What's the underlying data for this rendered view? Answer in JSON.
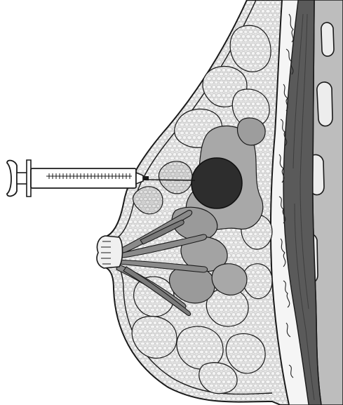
{
  "illustration": {
    "subject": "breast-cross-section-needle-biopsy",
    "elements": [
      "skin",
      "chest-wall-muscle",
      "rib-bones",
      "fatty-tissue-lobules",
      "glandular-tissue",
      "milk-ducts",
      "nipple",
      "mass",
      "syringe"
    ],
    "colors": {
      "outline": "#1a1a1a",
      "fat": "#e6e6e6",
      "fat_cell": "#d2d2d2",
      "gland": "#a3a3a3",
      "gland_dark": "#8a8a8a",
      "muscle": "#555555",
      "rib": "#bdbdbd",
      "mass": "#2d2d2d",
      "syringe_body": "#ffffff"
    }
  }
}
